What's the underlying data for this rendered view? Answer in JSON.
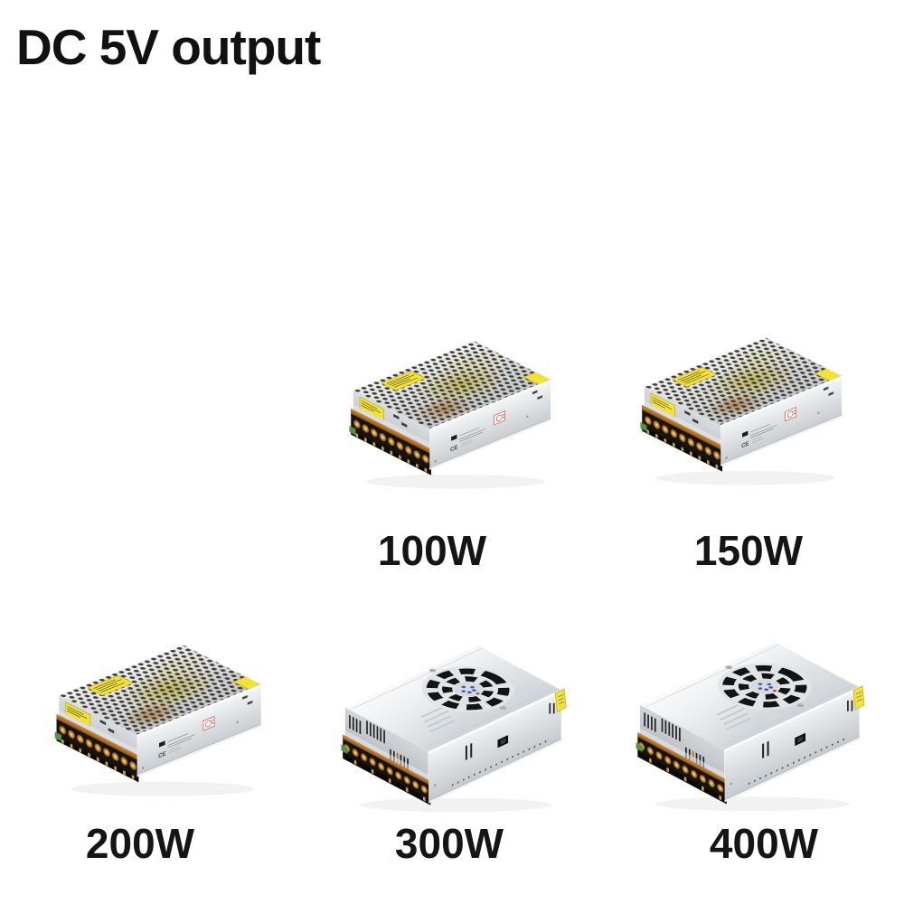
{
  "page": {
    "background_color": "#ffffff",
    "title": "DC 5V output"
  },
  "products": [
    {
      "id": "psu-100w",
      "label": "100W",
      "style": "mesh-top switching power supply"
    },
    {
      "id": "psu-150w",
      "label": "150W",
      "style": "mesh-top switching power supply"
    },
    {
      "id": "psu-200w",
      "label": "200W",
      "style": "mesh-top switching power supply"
    },
    {
      "id": "psu-300w",
      "label": "300W",
      "style": "fan-cooled switching power supply"
    },
    {
      "id": "psu-400w",
      "label": "400W",
      "style": "fan-cooled switching power supply"
    }
  ],
  "markings": {
    "ce_mark": "CE"
  },
  "colors": {
    "case_silver": "#ced3d7",
    "sticker_yellow": "#f2e238",
    "terminal_brass": "#d8a04c",
    "terminal_black": "#17130f",
    "fan_slot_black": "#141414",
    "text": "#111111"
  }
}
